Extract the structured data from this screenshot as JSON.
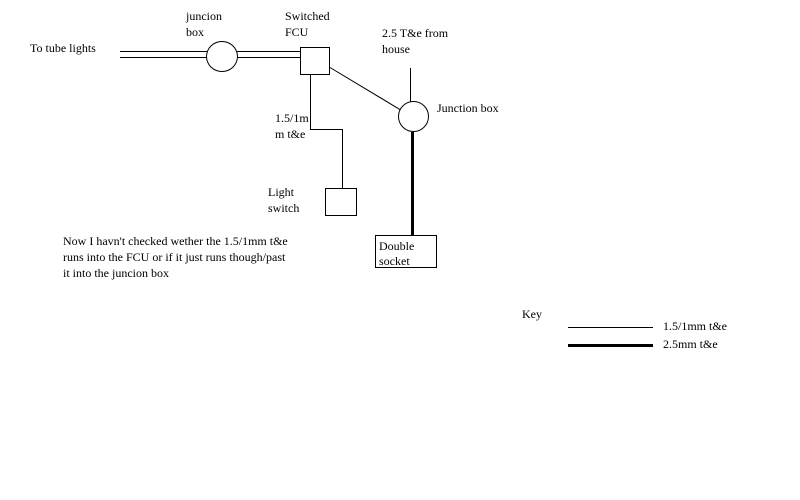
{
  "diagram": {
    "labels": {
      "to_tube_lights": "To tube lights",
      "juncion_box": "juncion\nbox",
      "switched_fcu": "Switched\nFCU",
      "te_from_house": "2.5 T&e from\nhouse",
      "junction_box": "Junction box",
      "cable_15": "1.5/1m\nm t&e",
      "light_switch": "Light\nswitch",
      "double_socket": "Double\nsocket"
    },
    "note": "Now I havn't checked wether the 1.5/1mm t&e\nruns into the FCU or if it just runs though/past\nit into the juncion box",
    "key": {
      "title": "Key",
      "items": [
        {
          "label": "1.5/1mm t&e",
          "line_style": "thin"
        },
        {
          "label": "2.5mm t&e",
          "line_style": "thick"
        }
      ]
    },
    "colors": {
      "line": "#000000",
      "background": "#ffffff"
    }
  }
}
